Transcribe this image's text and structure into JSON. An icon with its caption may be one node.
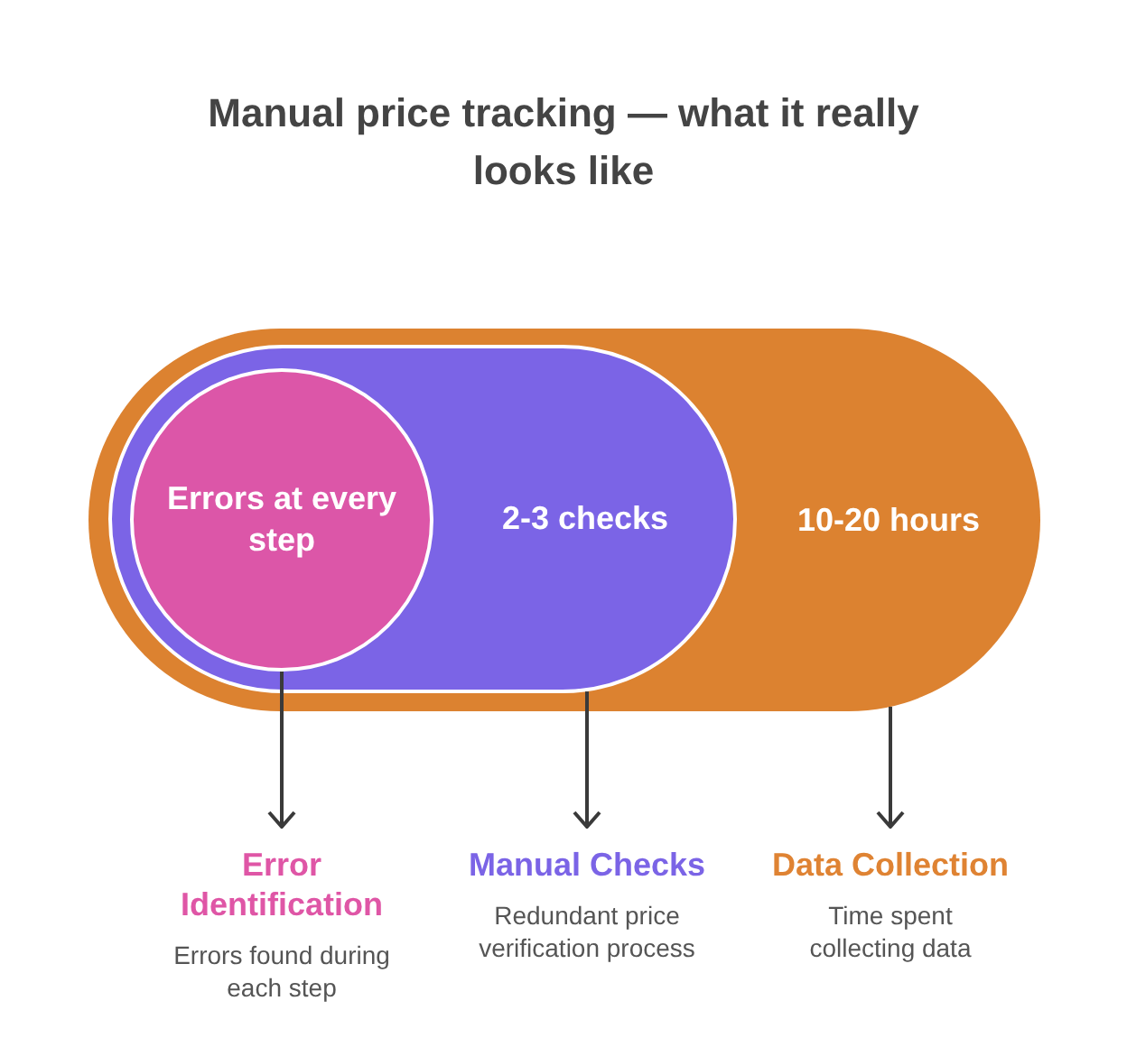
{
  "diagram": {
    "title": "Manual price tracking — what it really looks like",
    "nodes": [
      {
        "text": [
          "10-20 hours"
        ]
      },
      {
        "text": [
          "2-3 checks"
        ],
        "in": 0
      },
      {
        "text": [
          "Errors at every step"
        ],
        "in": 1
      },
      {
        "text": [
          "Error Identification",
          "Errors found during each step"
        ]
      },
      {
        "text": [
          "Manual Checks",
          "Redundant price verification process"
        ]
      },
      {
        "text": [
          "Data Collection",
          "Time spent collecting data"
        ]
      }
    ],
    "edges": [
      {
        "from": 2,
        "to": 3,
        "arrow": "to"
      },
      {
        "from": 1,
        "to": 4,
        "arrow": "to"
      },
      {
        "from": 0,
        "to": 5,
        "arrow": "to"
      }
    ]
  }
}
